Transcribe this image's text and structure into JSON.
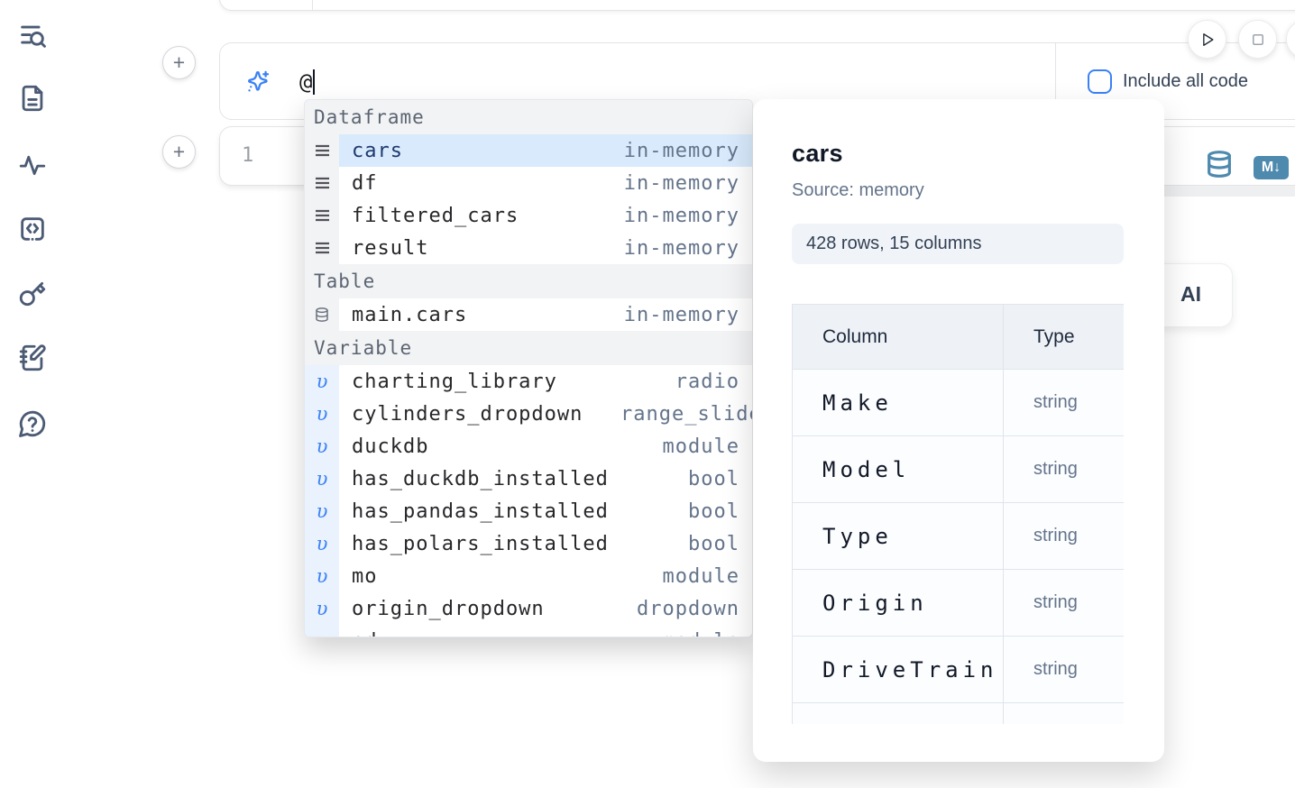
{
  "icons": {
    "plus": "+",
    "variable_glyph": "υ"
  },
  "sidebar": {
    "icons": [
      "search-panel",
      "file",
      "activity",
      "code-block",
      "key",
      "scratchpad",
      "help"
    ]
  },
  "prompt": {
    "value": "@"
  },
  "toolbar": {
    "include_all_code_label": "Include all code"
  },
  "cell": {
    "line_number": "1",
    "markdown_badge": "M↓"
  },
  "ai_card": {
    "label": "AI"
  },
  "dropdown": {
    "sections": [
      {
        "label": "Dataframe",
        "items": [
          {
            "label": "cars",
            "type": "in-memory"
          },
          {
            "label": "df",
            "type": "in-memory"
          },
          {
            "label": "filtered_cars",
            "type": "in-memory"
          },
          {
            "label": "result",
            "type": "in-memory"
          }
        ]
      },
      {
        "label": "Table",
        "items": [
          {
            "label": "main.cars",
            "type": "in-memory"
          }
        ]
      },
      {
        "label": "Variable",
        "items": [
          {
            "label": "charting_library",
            "type": "radio"
          },
          {
            "label": "cylinders_dropdown",
            "type": "range_slider"
          },
          {
            "label": "duckdb",
            "type": "module"
          },
          {
            "label": "has_duckdb_installed",
            "type": "bool"
          },
          {
            "label": "has_pandas_installed",
            "type": "bool"
          },
          {
            "label": "has_polars_installed",
            "type": "bool"
          },
          {
            "label": "mo",
            "type": "module"
          },
          {
            "label": "origin_dropdown",
            "type": "dropdown"
          },
          {
            "label": "pd",
            "type": "module"
          }
        ]
      }
    ]
  },
  "preview": {
    "title": "cars",
    "source": "Source: memory",
    "shape_badge": "428 rows, 15 columns",
    "table": {
      "headers": [
        "Column",
        "Type"
      ],
      "rows": [
        [
          "Make",
          "string"
        ],
        [
          "Model",
          "string"
        ],
        [
          "Type",
          "string"
        ],
        [
          "Origin",
          "string"
        ],
        [
          "DriveTrain",
          "string"
        ]
      ]
    }
  },
  "colors": {
    "accent": "#3b82f6",
    "steel_blue": "#4e89ae",
    "selected_row": "#d8eafc"
  }
}
